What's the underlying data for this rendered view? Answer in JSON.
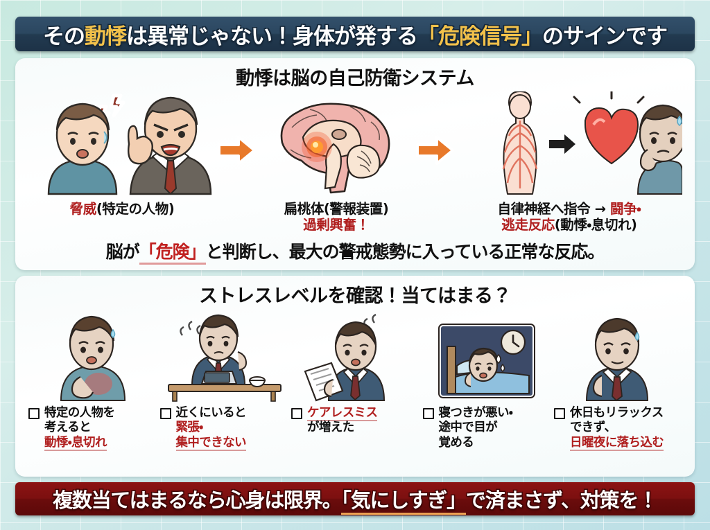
{
  "header": {
    "text_parts": [
      {
        "t": "その",
        "hl": false
      },
      {
        "t": "動悸",
        "hl": true
      },
      {
        "t": "は異常じゃない！身体が発する",
        "hl": false
      },
      {
        "t": "「危険信号」",
        "hl": true
      },
      {
        "t": "のサインです",
        "hl": false
      }
    ],
    "bg_color": "#2b4760",
    "highlight_color": "#f2c14a"
  },
  "mechanism_panel": {
    "title": "動悸は脳の自己防衛システム",
    "arrow_color": "#e8792a",
    "steps": [
      {
        "art_name": "angry-boss-and-worried-person-illustration",
        "caption_parts": [
          {
            "t": "脅威",
            "c": "red"
          },
          {
            "t": "(特定の人物)",
            "c": "black"
          }
        ]
      },
      {
        "art_name": "brain-amygdala-illustration",
        "caption_parts": [
          {
            "t": "扁桃体(警報装置)",
            "c": "black"
          },
          {
            "t": "\n",
            "c": "black"
          },
          {
            "t": "過剰興奮！",
            "c": "red"
          }
        ]
      },
      {
        "art_name": "autonomic-nervous-system-and-heart-illustration",
        "caption_parts": [
          {
            "t": "自律神経へ指令 → ",
            "c": "black"
          },
          {
            "t": "闘争・",
            "c": "red"
          },
          {
            "t": "\n",
            "c": "black"
          },
          {
            "t": "逃走反応",
            "c": "red"
          },
          {
            "t": "(動悸・息切れ)",
            "c": "black"
          }
        ]
      }
    ],
    "summary_parts": [
      {
        "t": "脳が",
        "style": "plain"
      },
      {
        "t": "「危険」",
        "style": "red-underline"
      },
      {
        "t": "と判断し、最大の警戒態勢に入っている正常な反応。",
        "style": "plain"
      }
    ]
  },
  "checklist_panel": {
    "title": "ストレスレベルを確認！当てはまる？",
    "checkbox_symbol": "□",
    "items": [
      {
        "art_name": "chest-pain-person-illustration",
        "lines": [
          {
            "t": "特定の人物を",
            "style": "plain"
          },
          {
            "t": "考えると",
            "style": "plain"
          },
          {
            "t": "動悸・息切れ",
            "style": "red-underline"
          }
        ]
      },
      {
        "art_name": "tense-office-worker-at-desk-illustration",
        "lines": [
          {
            "t": "近くにいると",
            "style": "plain"
          },
          {
            "t": "緊張・",
            "style": "red"
          },
          {
            "t": "集中できない",
            "style": "red-underline"
          }
        ]
      },
      {
        "art_name": "worried-person-with-documents-illustration",
        "lines": [
          {
            "t": "ケアレスミス",
            "style": "red-underline"
          },
          {
            "t": "が増えた",
            "style": "plain"
          }
        ]
      },
      {
        "art_name": "insomnia-person-in-bed-with-clock-illustration",
        "lines": [
          {
            "t": "寝つきが悪い・",
            "style": "plain"
          },
          {
            "t": "途中で目が",
            "style": "plain"
          },
          {
            "t": "覚める",
            "style": "plain"
          }
        ]
      },
      {
        "art_name": "gloomy-person-in-suit-illustration",
        "lines": [
          {
            "t": "休日もリラックス",
            "style": "plain"
          },
          {
            "t": "できず、",
            "style": "plain"
          },
          {
            "t": "日曜夜に落ち込む",
            "style": "red-underline"
          }
        ]
      }
    ]
  },
  "footer": {
    "text_parts": [
      {
        "t": "複数当てはまるなら心身は限界。",
        "ul": false
      },
      {
        "t": "「気にしすぎ」",
        "ul": true
      },
      {
        "t": "で済まさず、対策を！",
        "ul": false
      }
    ],
    "bg_color": "#7c1010",
    "underline_color": "#eda254"
  }
}
